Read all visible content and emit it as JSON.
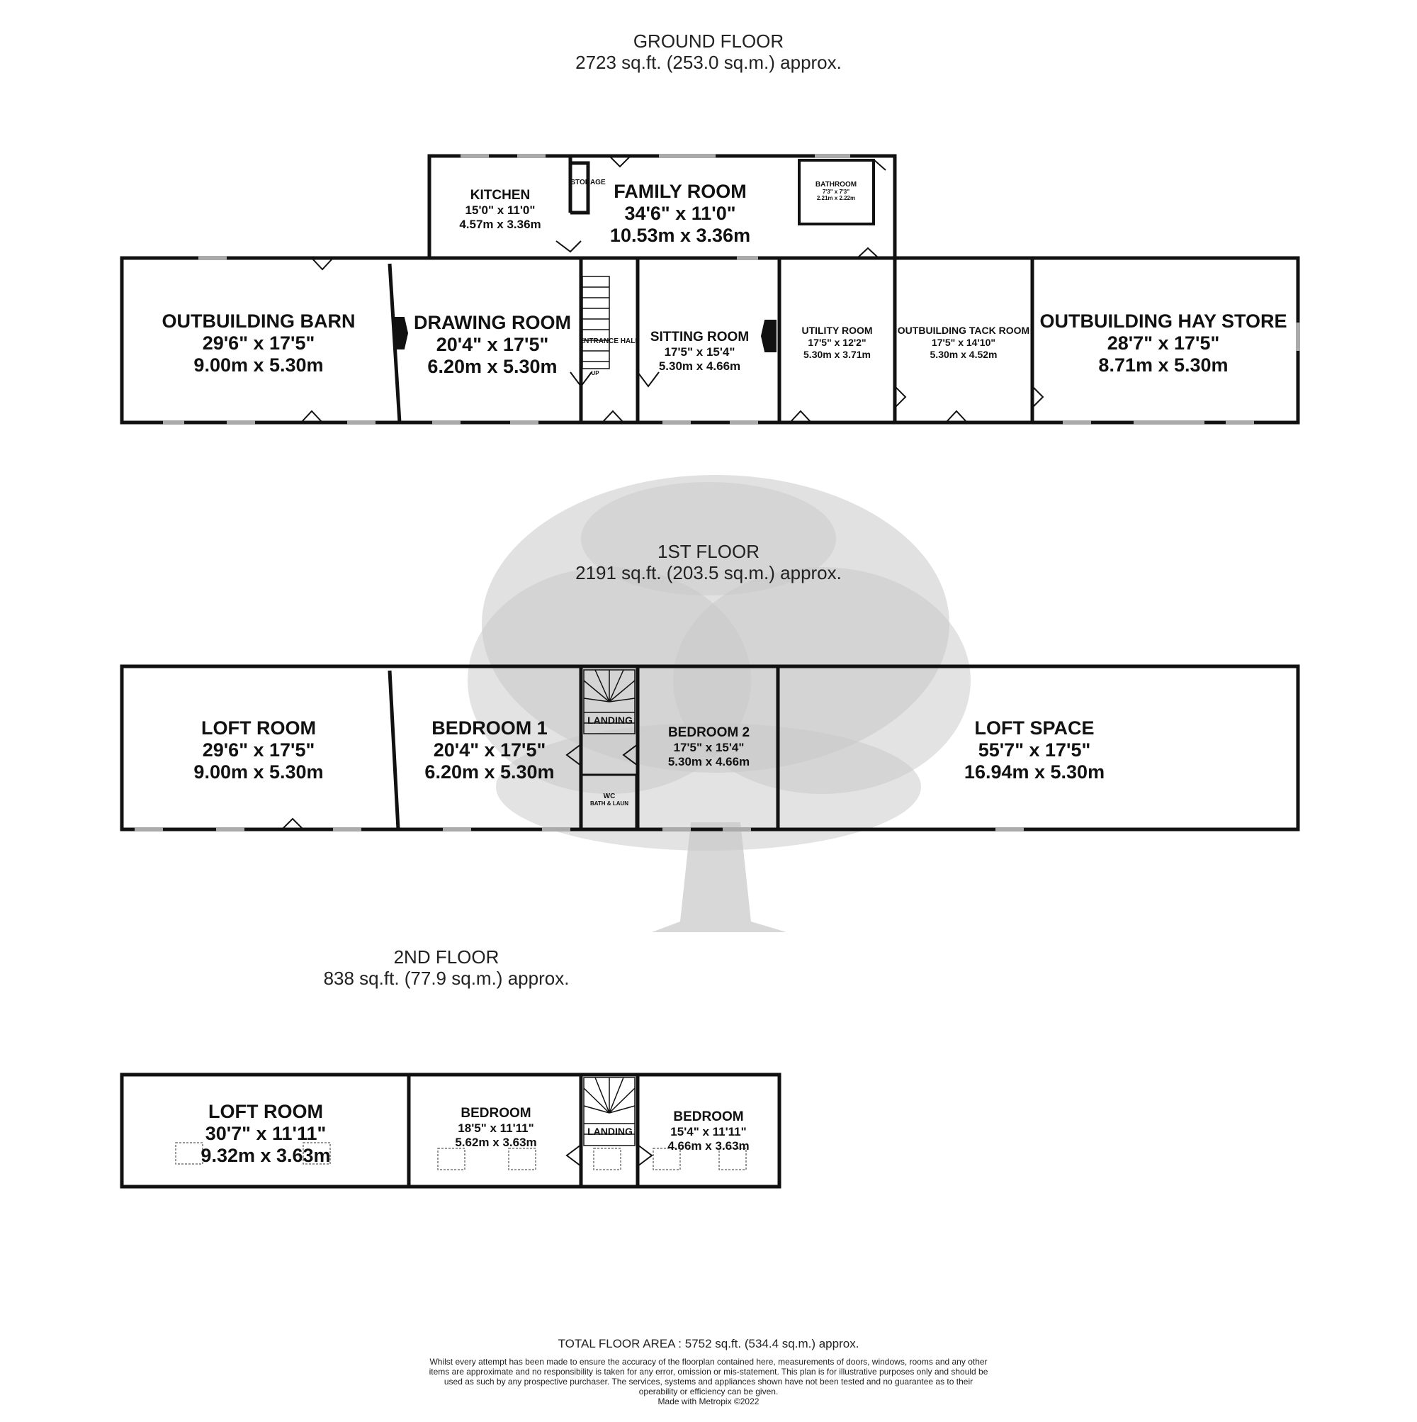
{
  "floors": {
    "ground": {
      "title": "GROUND FLOOR",
      "area": "2723 sq.ft. (253.0 sq.m.) approx.",
      "rooms": {
        "kitchen": {
          "name": "KITCHEN",
          "imperial": "15'0\" x 11'0\"",
          "metric": "4.57m x 3.36m"
        },
        "storage": {
          "name": "STORAGE"
        },
        "family": {
          "name": "FAMILY ROOM",
          "imperial": "34'6\" x 11'0\"",
          "metric": "10.53m x 3.36m"
        },
        "bathroom": {
          "name": "BATHROOM",
          "imperial": "7'3\" x 7'3\"",
          "metric": "2.21m x 2.22m"
        },
        "barn": {
          "name": "OUTBUILDING BARN",
          "imperial": "29'6\" x 17'5\"",
          "metric": "9.00m x 5.30m"
        },
        "drawing": {
          "name": "DRAWING ROOM",
          "imperial": "20'4\" x 17'5\"",
          "metric": "6.20m x 5.30m"
        },
        "entrance": {
          "name": "ENTRANCE HALL",
          "up": "UP"
        },
        "sitting": {
          "name": "SITTING ROOM",
          "imperial": "17'5\" x 15'4\"",
          "metric": "5.30m x 4.66m"
        },
        "utility": {
          "name": "UTILITY ROOM",
          "imperial": "17'5\" x 12'2\"",
          "metric": "5.30m x 3.71m"
        },
        "tack": {
          "name": "OUTBUILDING TACK ROOM",
          "imperial": "17'5\" x 14'10\"",
          "metric": "5.30m x 4.52m"
        },
        "hay": {
          "name": "OUTBUILDING HAY STORE",
          "imperial": "28'7\" x 17'5\"",
          "metric": "8.71m x 5.30m"
        }
      }
    },
    "first": {
      "title": "1ST FLOOR",
      "area": "2191 sq.ft. (203.5 sq.m.) approx.",
      "rooms": {
        "loft": {
          "name": "LOFT ROOM",
          "imperial": "29'6\" x 17'5\"",
          "metric": "9.00m x 5.30m"
        },
        "bed1": {
          "name": "BEDROOM 1",
          "imperial": "20'4\" x 17'5\"",
          "metric": "6.20m x 5.30m"
        },
        "landing": {
          "name": "LANDING"
        },
        "wc": {
          "name": "WC",
          "sub": "BATH & LAUN"
        },
        "bed2": {
          "name": "BEDROOM 2",
          "imperial": "17'5\" x 15'4\"",
          "metric": "5.30m x 4.66m"
        },
        "loftspace": {
          "name": "LOFT SPACE",
          "imperial": "55'7\" x 17'5\"",
          "metric": "16.94m x 5.30m"
        }
      }
    },
    "second": {
      "title": "2ND FLOOR",
      "area": "838 sq.ft. (77.9 sq.m.) approx.",
      "rooms": {
        "loft": {
          "name": "LOFT ROOM",
          "imperial": "30'7\" x 11'11\"",
          "metric": "9.32m x 3.63m"
        },
        "bedA": {
          "name": "BEDROOM",
          "imperial": "18'5\" x 11'11\"",
          "metric": "5.62m x 3.63m"
        },
        "landing": {
          "name": "LANDING"
        },
        "bedB": {
          "name": "BEDROOM",
          "imperial": "15'4\" x 11'11\"",
          "metric": "4.66m x 3.63m"
        }
      }
    }
  },
  "footer": {
    "total": "TOTAL FLOOR AREA : 5752 sq.ft. (534.4 sq.m.) approx.",
    "disclaimer": "Whilst every attempt has been made to ensure the accuracy of the floorplan contained here, measurements of doors, windows, rooms and any other items are approximate and no responsibility is taken for any error, omission or mis-statement. This plan is for illustrative purposes only and should be used as such by any prospective purchaser. The services, systems and appliances shown have not been tested and no guarantee as to their operability or efficiency can be given.",
    "credit": "Made with Metropix ©2022"
  },
  "colors": {
    "wall": "#111111",
    "window": "#bbbbbb",
    "tree": "#c4c4c4"
  }
}
